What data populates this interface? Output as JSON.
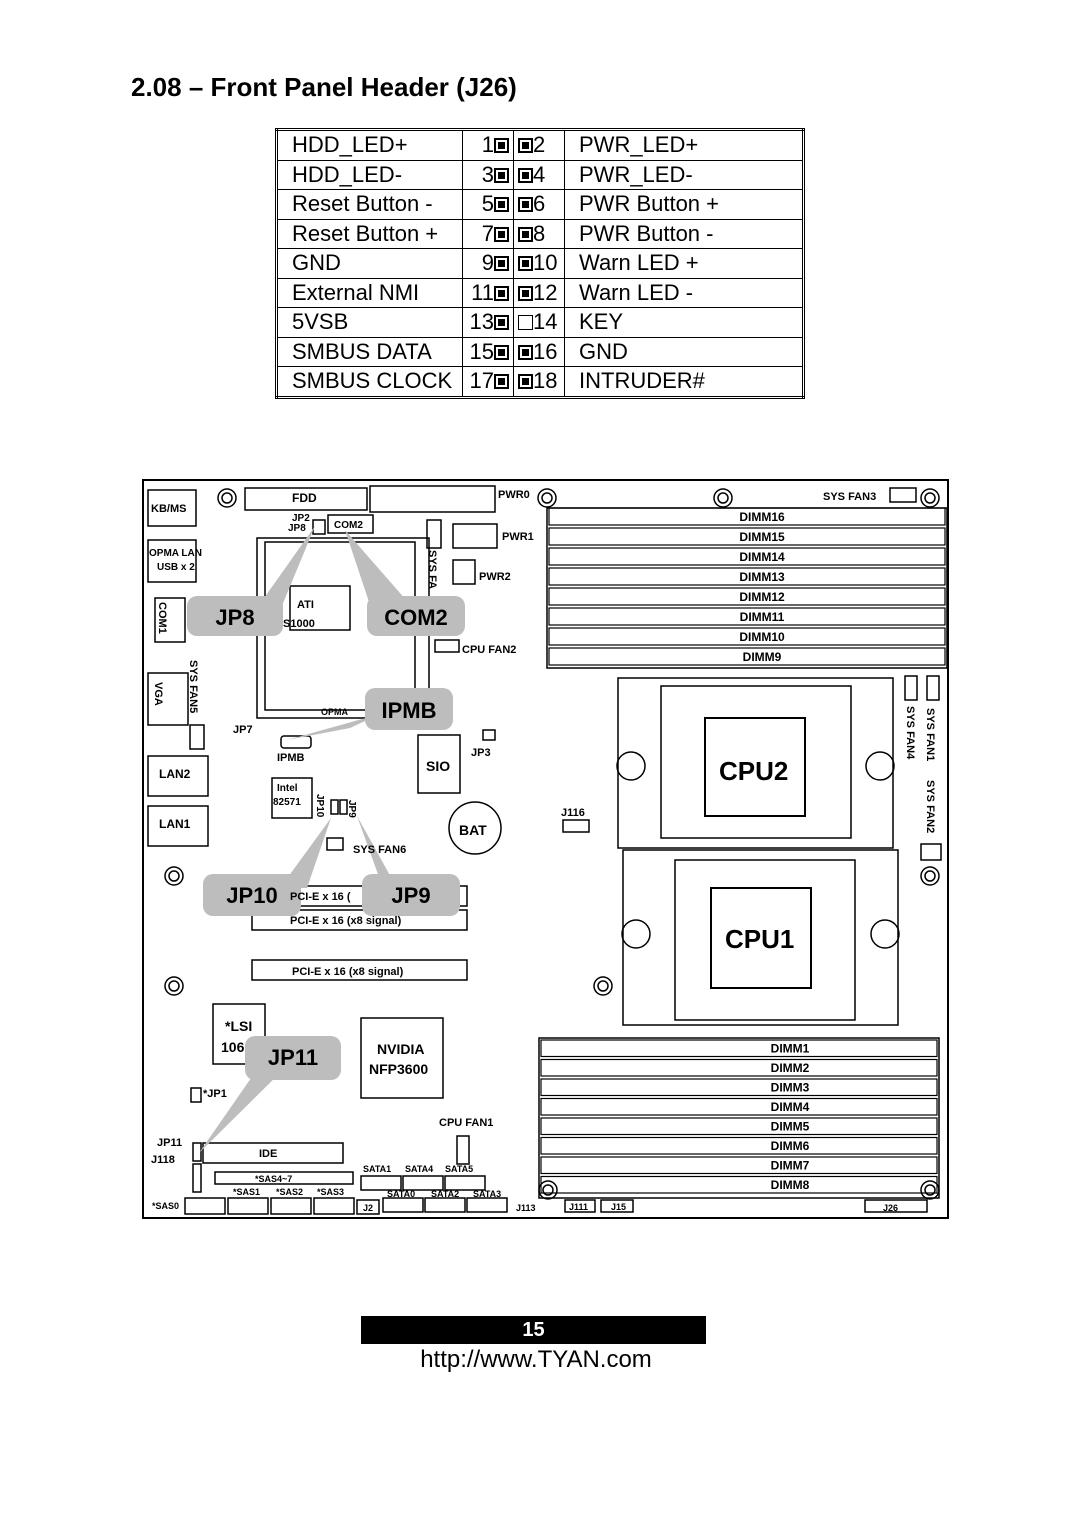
{
  "heading": "2.08 – Front Panel Header (J26)",
  "pins": [
    {
      "left_label": "HDD_LED+",
      "left_pin": "1",
      "right_pin": "2",
      "right_label": "PWR_LED+",
      "right_present": true
    },
    {
      "left_label": "HDD_LED-",
      "left_pin": "3",
      "right_pin": "4",
      "right_label": "PWR_LED-",
      "right_present": true
    },
    {
      "left_label": "Reset Button -",
      "left_pin": "5",
      "right_pin": "6",
      "right_label": "PWR Button +",
      "right_present": true
    },
    {
      "left_label": "Reset Button +",
      "left_pin": "7",
      "right_pin": "8",
      "right_label": "PWR Button -",
      "right_present": true
    },
    {
      "left_label": "GND",
      "left_pin": "9",
      "right_pin": "10",
      "right_label": "Warn LED +",
      "right_present": true
    },
    {
      "left_label": "External NMI",
      "left_pin": "11",
      "right_pin": "12",
      "right_label": "Warn LED -",
      "right_present": true
    },
    {
      "left_label": "5VSB",
      "left_pin": "13",
      "right_pin": "14",
      "right_label": "KEY",
      "right_present": false
    },
    {
      "left_label": "SMBUS DATA",
      "left_pin": "15",
      "right_pin": "16",
      "right_label": "GND",
      "right_present": true
    },
    {
      "left_label": "SMBUS CLOCK",
      "left_pin": "17",
      "right_pin": "18",
      "right_label": "INTRUDER#",
      "right_present": true
    }
  ],
  "board": {
    "labels": {
      "kbms": "KB/MS",
      "opma_lan": "OPMA LAN",
      "usb": "USB x 2",
      "com1": "COM1",
      "vga": "VGA",
      "lan2": "LAN2",
      "lan1": "LAN1",
      "sys_fan5": "SYS FAN5",
      "fdd": "FDD",
      "pwr0": "PWR0",
      "pwr1": "PWR1",
      "pwr2": "PWR2",
      "jp2": "JP2",
      "jp8": "JP8",
      "com2": "COM2",
      "sys_fa": "SYS FA",
      "ati": "ATI",
      "es1000": "S1000",
      "cpu_fan2": "CPU FAN2",
      "opma": "OPMA",
      "jp7": "JP7",
      "ipmb": "IPMB",
      "sio": "SIO",
      "jp3": "JP3",
      "intel": "Intel",
      "i82571": "82571",
      "jp10": "JP10",
      "jp9": "JP9",
      "bat": "BAT",
      "sys_fan6": "SYS FAN6",
      "j116": "J116",
      "pcie1": "PCI-E x 16 (",
      "pcie2": "PCI-E x 16 (x8 signal)",
      "pcie3": "PCI-E x 16 (x8 signal)",
      "lsi1": "*LSI",
      "lsi2": "106",
      "nvidia1": "NVIDIA",
      "nvidia2": "NFP3600",
      "jp1": "*JP1",
      "cpu_fan1": "CPU FAN1",
      "jp11": "JP11",
      "j118": "J118",
      "ide": "IDE",
      "sas47": "*SAS4~7",
      "sas0": "*SAS0",
      "sas1": "*SAS1",
      "sas2": "*SAS2",
      "sas3": "*SAS3",
      "sata1": "SATA1",
      "sata4": "SATA4",
      "sata5": "SATA5",
      "sata0": "SATA0",
      "sata2": "SATA2",
      "sata3": "SATA3",
      "j2": "J2",
      "j113": "J113",
      "j111": "J111",
      "j15": "J15",
      "j26": "J26",
      "sys_fan3": "SYS FAN3",
      "sys_fan1": "SYS FAN1",
      "sys_fan4": "SYS FAN4",
      "sys_fan2": "SYS FAN2",
      "cpu2": "CPU2",
      "cpu1": "CPU1"
    },
    "dimms_top": [
      "DIMM16",
      "DIMM15",
      "DIMM14",
      "DIMM13",
      "DIMM12",
      "DIMM11",
      "DIMM10",
      "DIMM9"
    ],
    "dimms_bottom": [
      "DIMM1",
      "DIMM2",
      "DIMM3",
      "DIMM4",
      "DIMM5",
      "DIMM6",
      "DIMM7",
      "DIMM8"
    ],
    "callouts": {
      "jp8": "JP8",
      "com2": "COM2",
      "ipmb": "IPMB",
      "jp10": "JP10",
      "jp9": "JP9",
      "jp11": "JP11"
    }
  },
  "footer": {
    "page_number": "15",
    "url": "http://www.TYAN.com"
  }
}
